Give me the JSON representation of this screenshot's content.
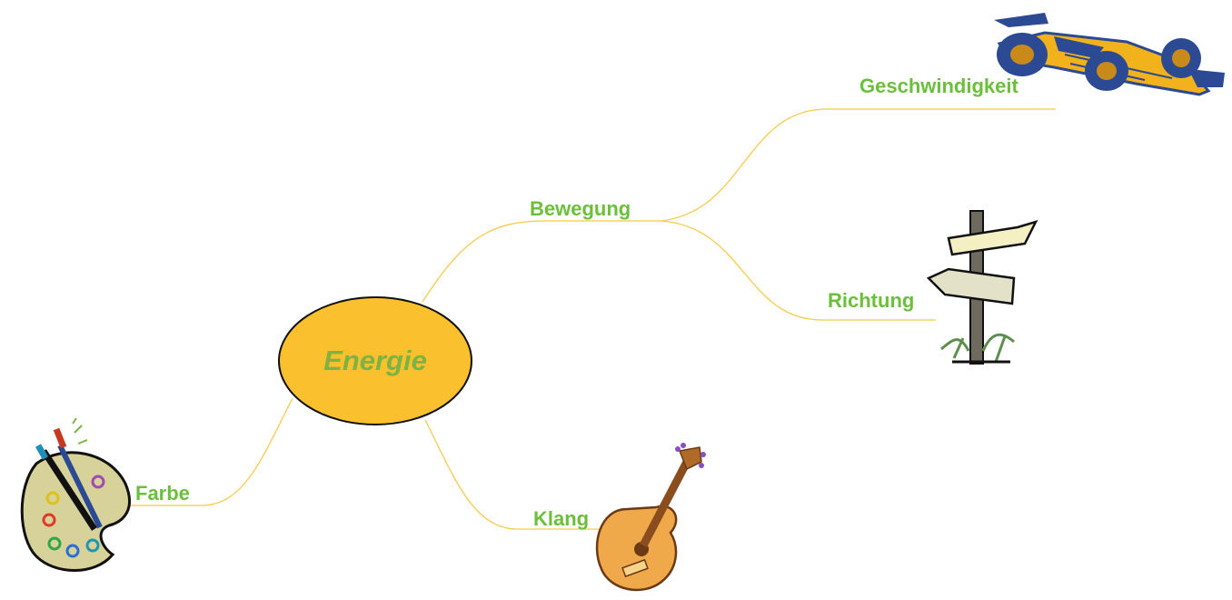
{
  "mindmap": {
    "center": {
      "label": "Energie"
    },
    "branches": {
      "bewegung": {
        "label": "Bewegung"
      },
      "geschwindigkeit": {
        "label": "Geschwindigkeit"
      },
      "richtung": {
        "label": "Richtung"
      },
      "farbe": {
        "label": "Farbe"
      },
      "klang": {
        "label": "Klang"
      }
    }
  },
  "colors": {
    "center_fill": "#FBC02D",
    "center_text": "#7CB342",
    "connector": "#F7CB4D",
    "label": "#6BBF3A"
  },
  "icons": {
    "geschwindigkeit": "race-car-icon",
    "richtung": "signpost-icon",
    "farbe": "paint-palette-icon",
    "klang": "guitar-icon"
  }
}
